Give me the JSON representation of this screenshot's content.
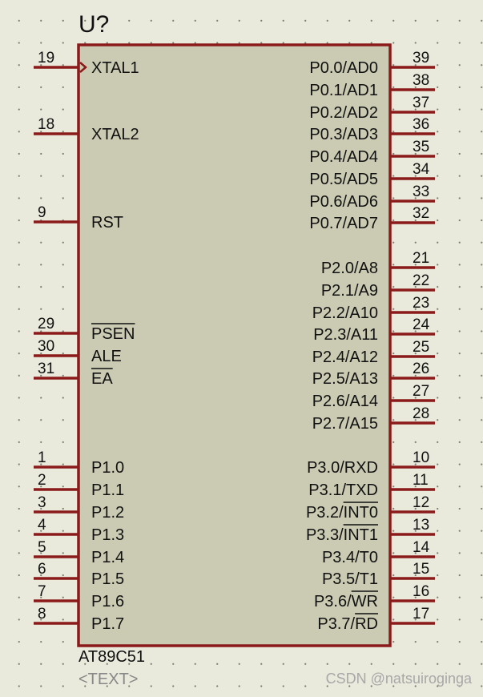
{
  "component": {
    "reference": "U?",
    "part_name": "AT89C51",
    "text_placeholder": "<TEXT>",
    "body_color": "#cbcbb3",
    "outline_color": "#8b1a1a",
    "pin_color": "#8b1a1a"
  },
  "left_pins": [
    {
      "number": "19",
      "name": "XTAL1",
      "overbar": false,
      "clock": true
    },
    {
      "number": "18",
      "name": "XTAL2",
      "overbar": false,
      "clock": false
    },
    {
      "number": "9",
      "name": "RST",
      "overbar": false,
      "clock": false
    },
    {
      "number": "29",
      "name": "PSEN",
      "overbar": true,
      "clock": false
    },
    {
      "number": "30",
      "name": "ALE",
      "overbar": false,
      "clock": false
    },
    {
      "number": "31",
      "name": "EA",
      "overbar": true,
      "clock": false
    },
    {
      "number": "1",
      "name": "P1.0",
      "overbar": false,
      "clock": false
    },
    {
      "number": "2",
      "name": "P1.1",
      "overbar": false,
      "clock": false
    },
    {
      "number": "3",
      "name": "P1.2",
      "overbar": false,
      "clock": false
    },
    {
      "number": "4",
      "name": "P1.3",
      "overbar": false,
      "clock": false
    },
    {
      "number": "5",
      "name": "P1.4",
      "overbar": false,
      "clock": false
    },
    {
      "number": "6",
      "name": "P1.5",
      "overbar": false,
      "clock": false
    },
    {
      "number": "7",
      "name": "P1.6",
      "overbar": false,
      "clock": false
    },
    {
      "number": "8",
      "name": "P1.7",
      "overbar": false,
      "clock": false
    }
  ],
  "right_pins": [
    {
      "number": "39",
      "name": "P0.0/AD0"
    },
    {
      "number": "38",
      "name": "P0.1/AD1"
    },
    {
      "number": "37",
      "name": "P0.2/AD2"
    },
    {
      "number": "36",
      "name": "P0.3/AD3"
    },
    {
      "number": "35",
      "name": "P0.4/AD4"
    },
    {
      "number": "34",
      "name": "P0.5/AD5"
    },
    {
      "number": "33",
      "name": "P0.6/AD6"
    },
    {
      "number": "32",
      "name": "P0.7/AD7"
    },
    {
      "number": "21",
      "name": "P2.0/A8"
    },
    {
      "number": "22",
      "name": "P2.1/A9"
    },
    {
      "number": "23",
      "name": "P2.2/A10"
    },
    {
      "number": "24",
      "name": "P2.3/A11"
    },
    {
      "number": "25",
      "name": "P2.4/A12"
    },
    {
      "number": "26",
      "name": "P2.5/A13"
    },
    {
      "number": "27",
      "name": "P2.6/A14"
    },
    {
      "number": "28",
      "name": "P2.7/A15"
    },
    {
      "number": "10",
      "name": "P3.0/RXD",
      "prefix": "P3.0/",
      "signal": "RXD",
      "overbar": false
    },
    {
      "number": "11",
      "name": "P3.1/TXD",
      "prefix": "P3.1/",
      "signal": "TXD",
      "overbar": false
    },
    {
      "number": "12",
      "name": "P3.2/INT0",
      "prefix": "P3.2/",
      "signal": "INT0",
      "overbar": true
    },
    {
      "number": "13",
      "name": "P3.3/INT1",
      "prefix": "P3.3/",
      "signal": "INT1",
      "overbar": true
    },
    {
      "number": "14",
      "name": "P3.4/T0",
      "prefix": "P3.4/",
      "signal": "T0",
      "overbar": false
    },
    {
      "number": "15",
      "name": "P3.5/T1",
      "prefix": "P3.5/",
      "signal": "T1",
      "overbar": false
    },
    {
      "number": "16",
      "name": "P3.6/WR",
      "prefix": "P3.6/",
      "signal": "WR",
      "overbar": true
    },
    {
      "number": "17",
      "name": "P3.7/RD",
      "prefix": "P3.7/",
      "signal": "RD",
      "overbar": true
    }
  ],
  "watermark": "CSDN @natsuiroginga"
}
